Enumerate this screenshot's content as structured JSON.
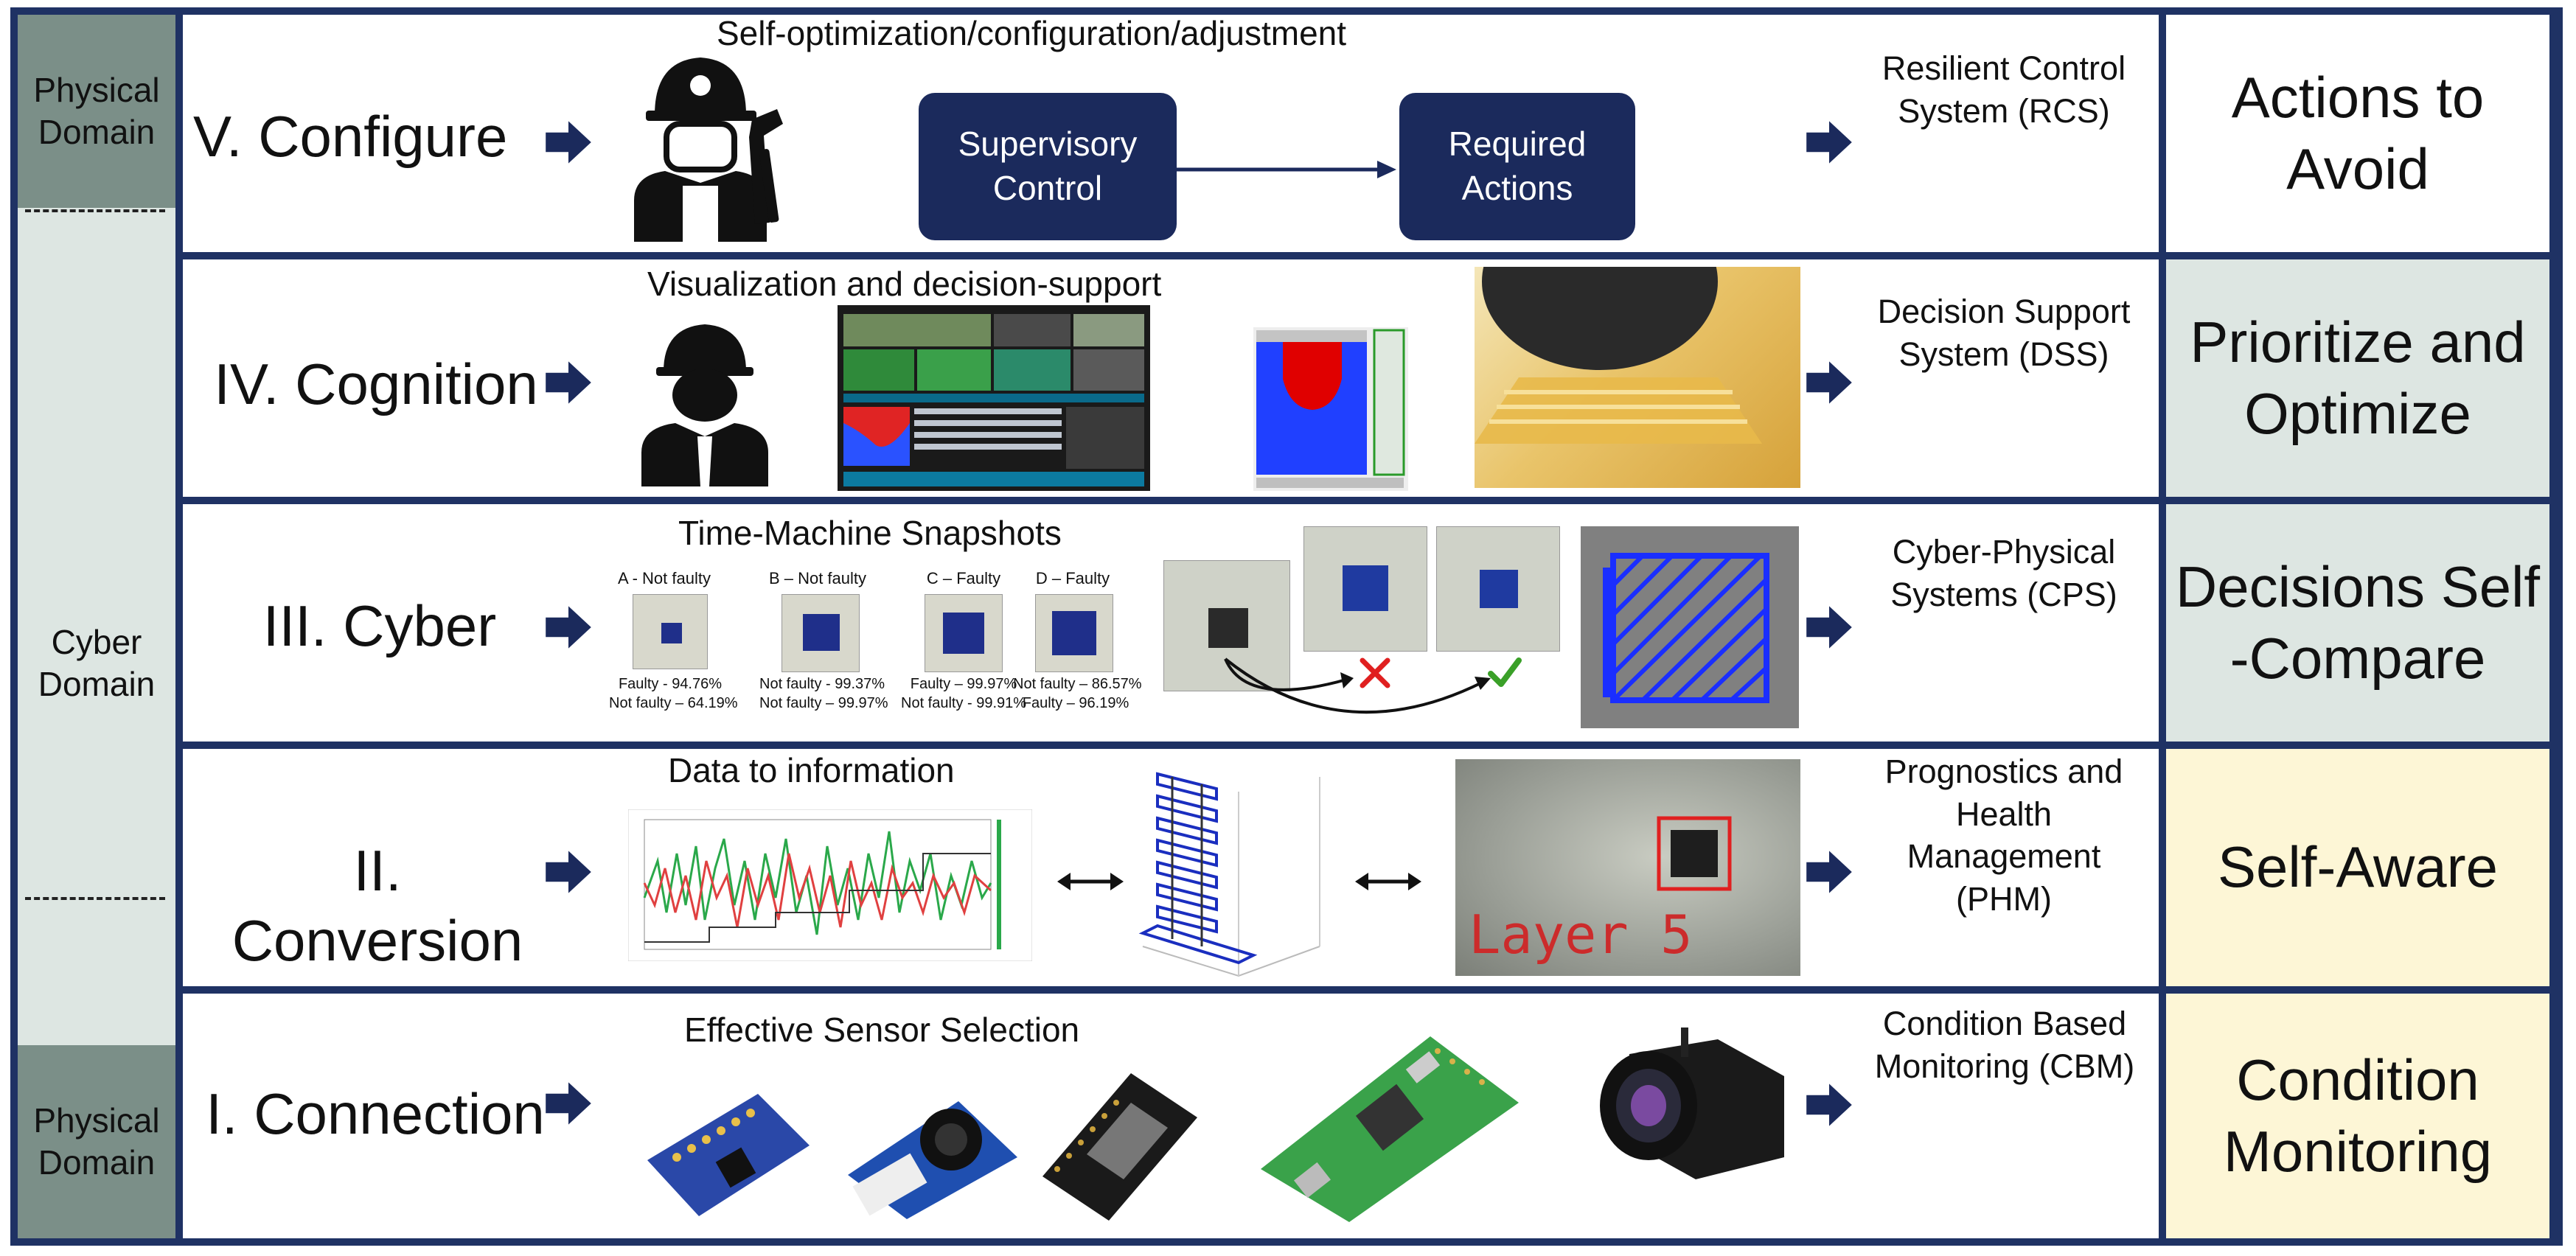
{
  "domains": {
    "physical_top": "Physical Domain",
    "cyber": "Cyber Domain",
    "physical_bottom": "Physical Domain"
  },
  "rows": [
    {
      "layer": "V. Configure",
      "caption": "Self-optimization/configuration/adjustment",
      "box1": "Supervisory Control",
      "box2": "Required Actions",
      "system": "Resilient Control System (RCS)",
      "right": "Actions to Avoid"
    },
    {
      "layer": "IV. Cognition",
      "caption": "Visualization and decision-support",
      "system": "Decision Support System (DSS)",
      "right": "Prioritize and Optimize"
    },
    {
      "layer": "III. Cyber",
      "caption": "Time-Machine Snapshots",
      "snapshots": [
        {
          "label": "A - Not faulty",
          "v1": "Faulty - 94.76%",
          "v2": "Not faulty – 64.19%"
        },
        {
          "label": "B – Not faulty",
          "v1": "Not faulty - 99.37%",
          "v2": "Not faulty – 99.97%"
        },
        {
          "label": "C – Faulty",
          "v1": "Faulty – 99.97%",
          "v2": "Not faulty - 99.91%"
        },
        {
          "label": "D – Faulty",
          "v1": "Not faulty – 86.57%",
          "v2": "Faulty – 96.19%"
        }
      ],
      "system": "Cyber-Physical Systems (CPS)",
      "right": "Decisions Self -Compare"
    },
    {
      "layer": "II. Conversion",
      "caption": "Data to information",
      "photo_text": "Layer 5",
      "system": "Prognostics and Health Management (PHM)",
      "right": "Self-Aware"
    },
    {
      "layer": "I. Connection",
      "caption": "Effective Sensor Selection",
      "system": "Condition Based Monitoring (CBM)",
      "right": "Condition Monitoring"
    }
  ],
  "colors": {
    "frame": "#1f3264",
    "box_fill": "#1b2a5c",
    "physical_domain": "#7b8f88",
    "cyber_domain": "#dde6e2",
    "right_white": "#ffffff",
    "right_teal": "#dde6e2",
    "right_yellow": "#fdf6d6",
    "wrong_mark": "#e02020",
    "right_mark": "#3aa028"
  },
  "icons": [
    "arrow-right-icon",
    "worker-tools-icon",
    "worker-icon",
    "cross-icon",
    "check-icon",
    "double-arrow-icon"
  ]
}
